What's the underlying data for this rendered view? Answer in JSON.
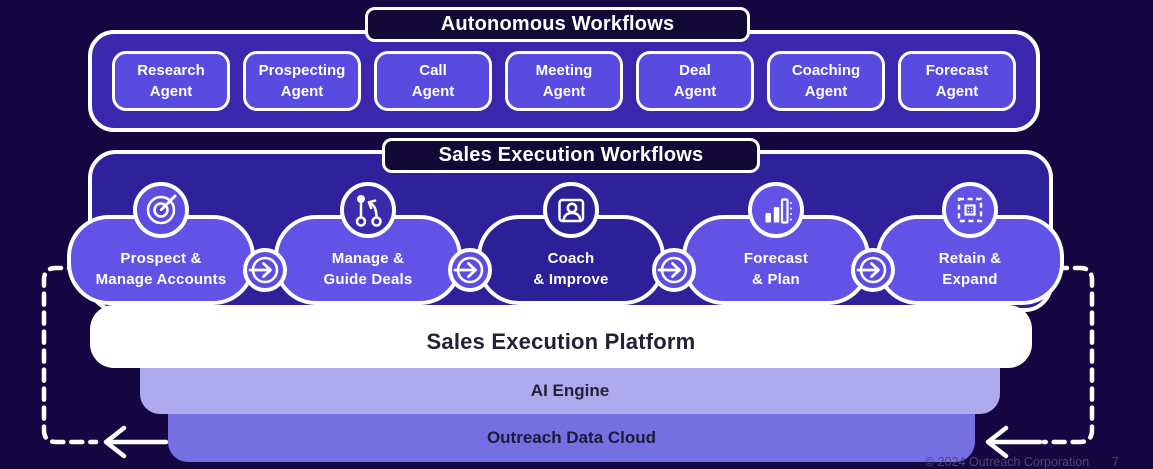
{
  "page": {
    "footer": "© 2024 Outreach Corporation",
    "page_number": "7"
  },
  "autonomous": {
    "title": "Autonomous Workflows",
    "agents": [
      {
        "line1": "Research",
        "line2": "Agent"
      },
      {
        "line1": "Prospecting",
        "line2": "Agent"
      },
      {
        "line1": "Call",
        "line2": "Agent"
      },
      {
        "line1": "Meeting",
        "line2": "Agent"
      },
      {
        "line1": "Deal",
        "line2": "Agent"
      },
      {
        "line1": "Coaching",
        "line2": "Agent"
      },
      {
        "line1": "Forecast",
        "line2": "Agent"
      }
    ]
  },
  "sales_execution": {
    "title": "Sales Execution Workflows",
    "stages": [
      {
        "line1": "Prospect &",
        "line2": "Manage Accounts",
        "icon": "target-icon"
      },
      {
        "line1": "Manage &",
        "line2": "Guide Deals",
        "icon": "branch-arrow-icon"
      },
      {
        "line1": "Coach",
        "line2": "& Improve",
        "icon": "coach-screen-icon"
      },
      {
        "line1": "Forecast",
        "line2": "& Plan",
        "icon": "bar-chart-icon"
      },
      {
        "line1": "Retain &",
        "line2": "Expand",
        "icon": "focus-frame-icon"
      }
    ],
    "connector_icon": "arrow-right-circle-icon"
  },
  "layers": {
    "platform": "Sales Execution Platform",
    "ai_engine": "AI Engine",
    "data_cloud": "Outreach Data Cloud"
  },
  "colors": {
    "background": "#150842",
    "top-container": "#3A27AE",
    "agent-card": "#574BE0",
    "title-pill": "#120936",
    "mid-container": "#2E2199",
    "cloud": "#6153E6",
    "cloud-dark": "#2B2097",
    "icon-target-fill": "#5A4DE0",
    "icon-branch-fill": "#3A2BAD",
    "icon-coach-fill": "#2A2196",
    "connector": "#5A4DE0",
    "platform-layer": "#FFFFFF",
    "ai-engine-layer": "#AFA9ED",
    "data-cloud-layer": "#7470E2",
    "dark-text": "#232038",
    "footer-text": "#4E447B"
  }
}
